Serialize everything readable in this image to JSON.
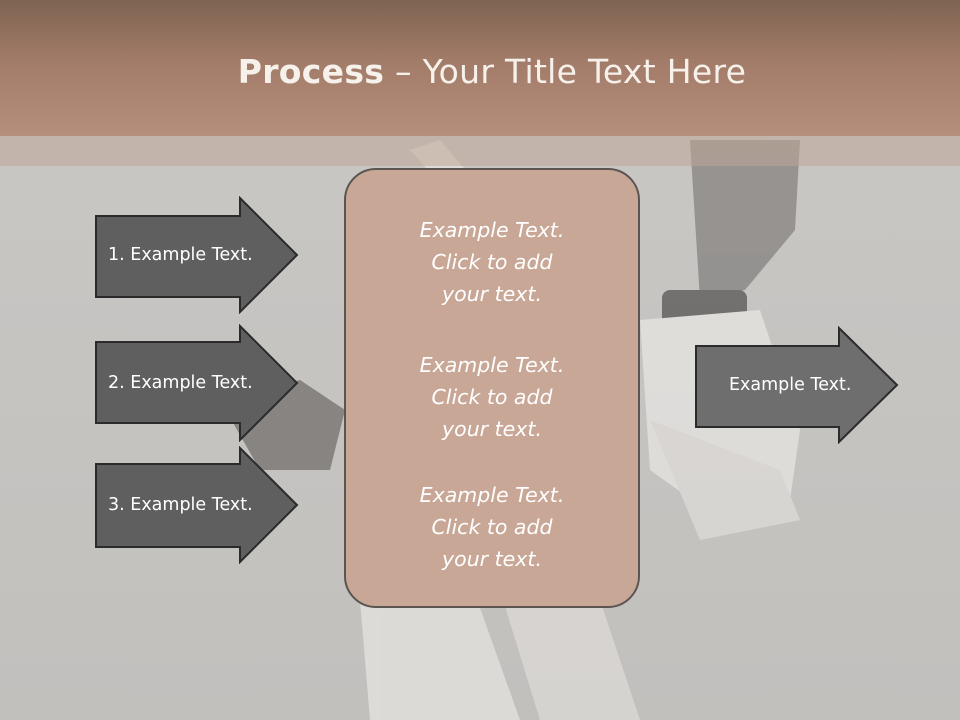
{
  "title": {
    "bold": "Process",
    "rest": " – Your Title Text Here"
  },
  "left_arrows": [
    {
      "label": "1. Example Text."
    },
    {
      "label": "2. Example Text."
    },
    {
      "label": "3. Example Text."
    }
  ],
  "center_box": {
    "paragraphs": [
      {
        "lines": [
          "Example Text.",
          "Click  to add",
          "your text."
        ]
      },
      {
        "lines": [
          "Example Text.",
          "Click  to add",
          "your text."
        ]
      },
      {
        "lines": [
          "Example Text.",
          "Click  to add",
          "your text."
        ]
      }
    ]
  },
  "right_arrow": {
    "label": "Example Text."
  },
  "colors": {
    "header": "#a27c68",
    "left_arrow_fill": "#5f5f5f",
    "right_arrow_fill": "#6e6e6e",
    "center_box_fill": "#c9a797",
    "outline": "#2b2b2b"
  }
}
